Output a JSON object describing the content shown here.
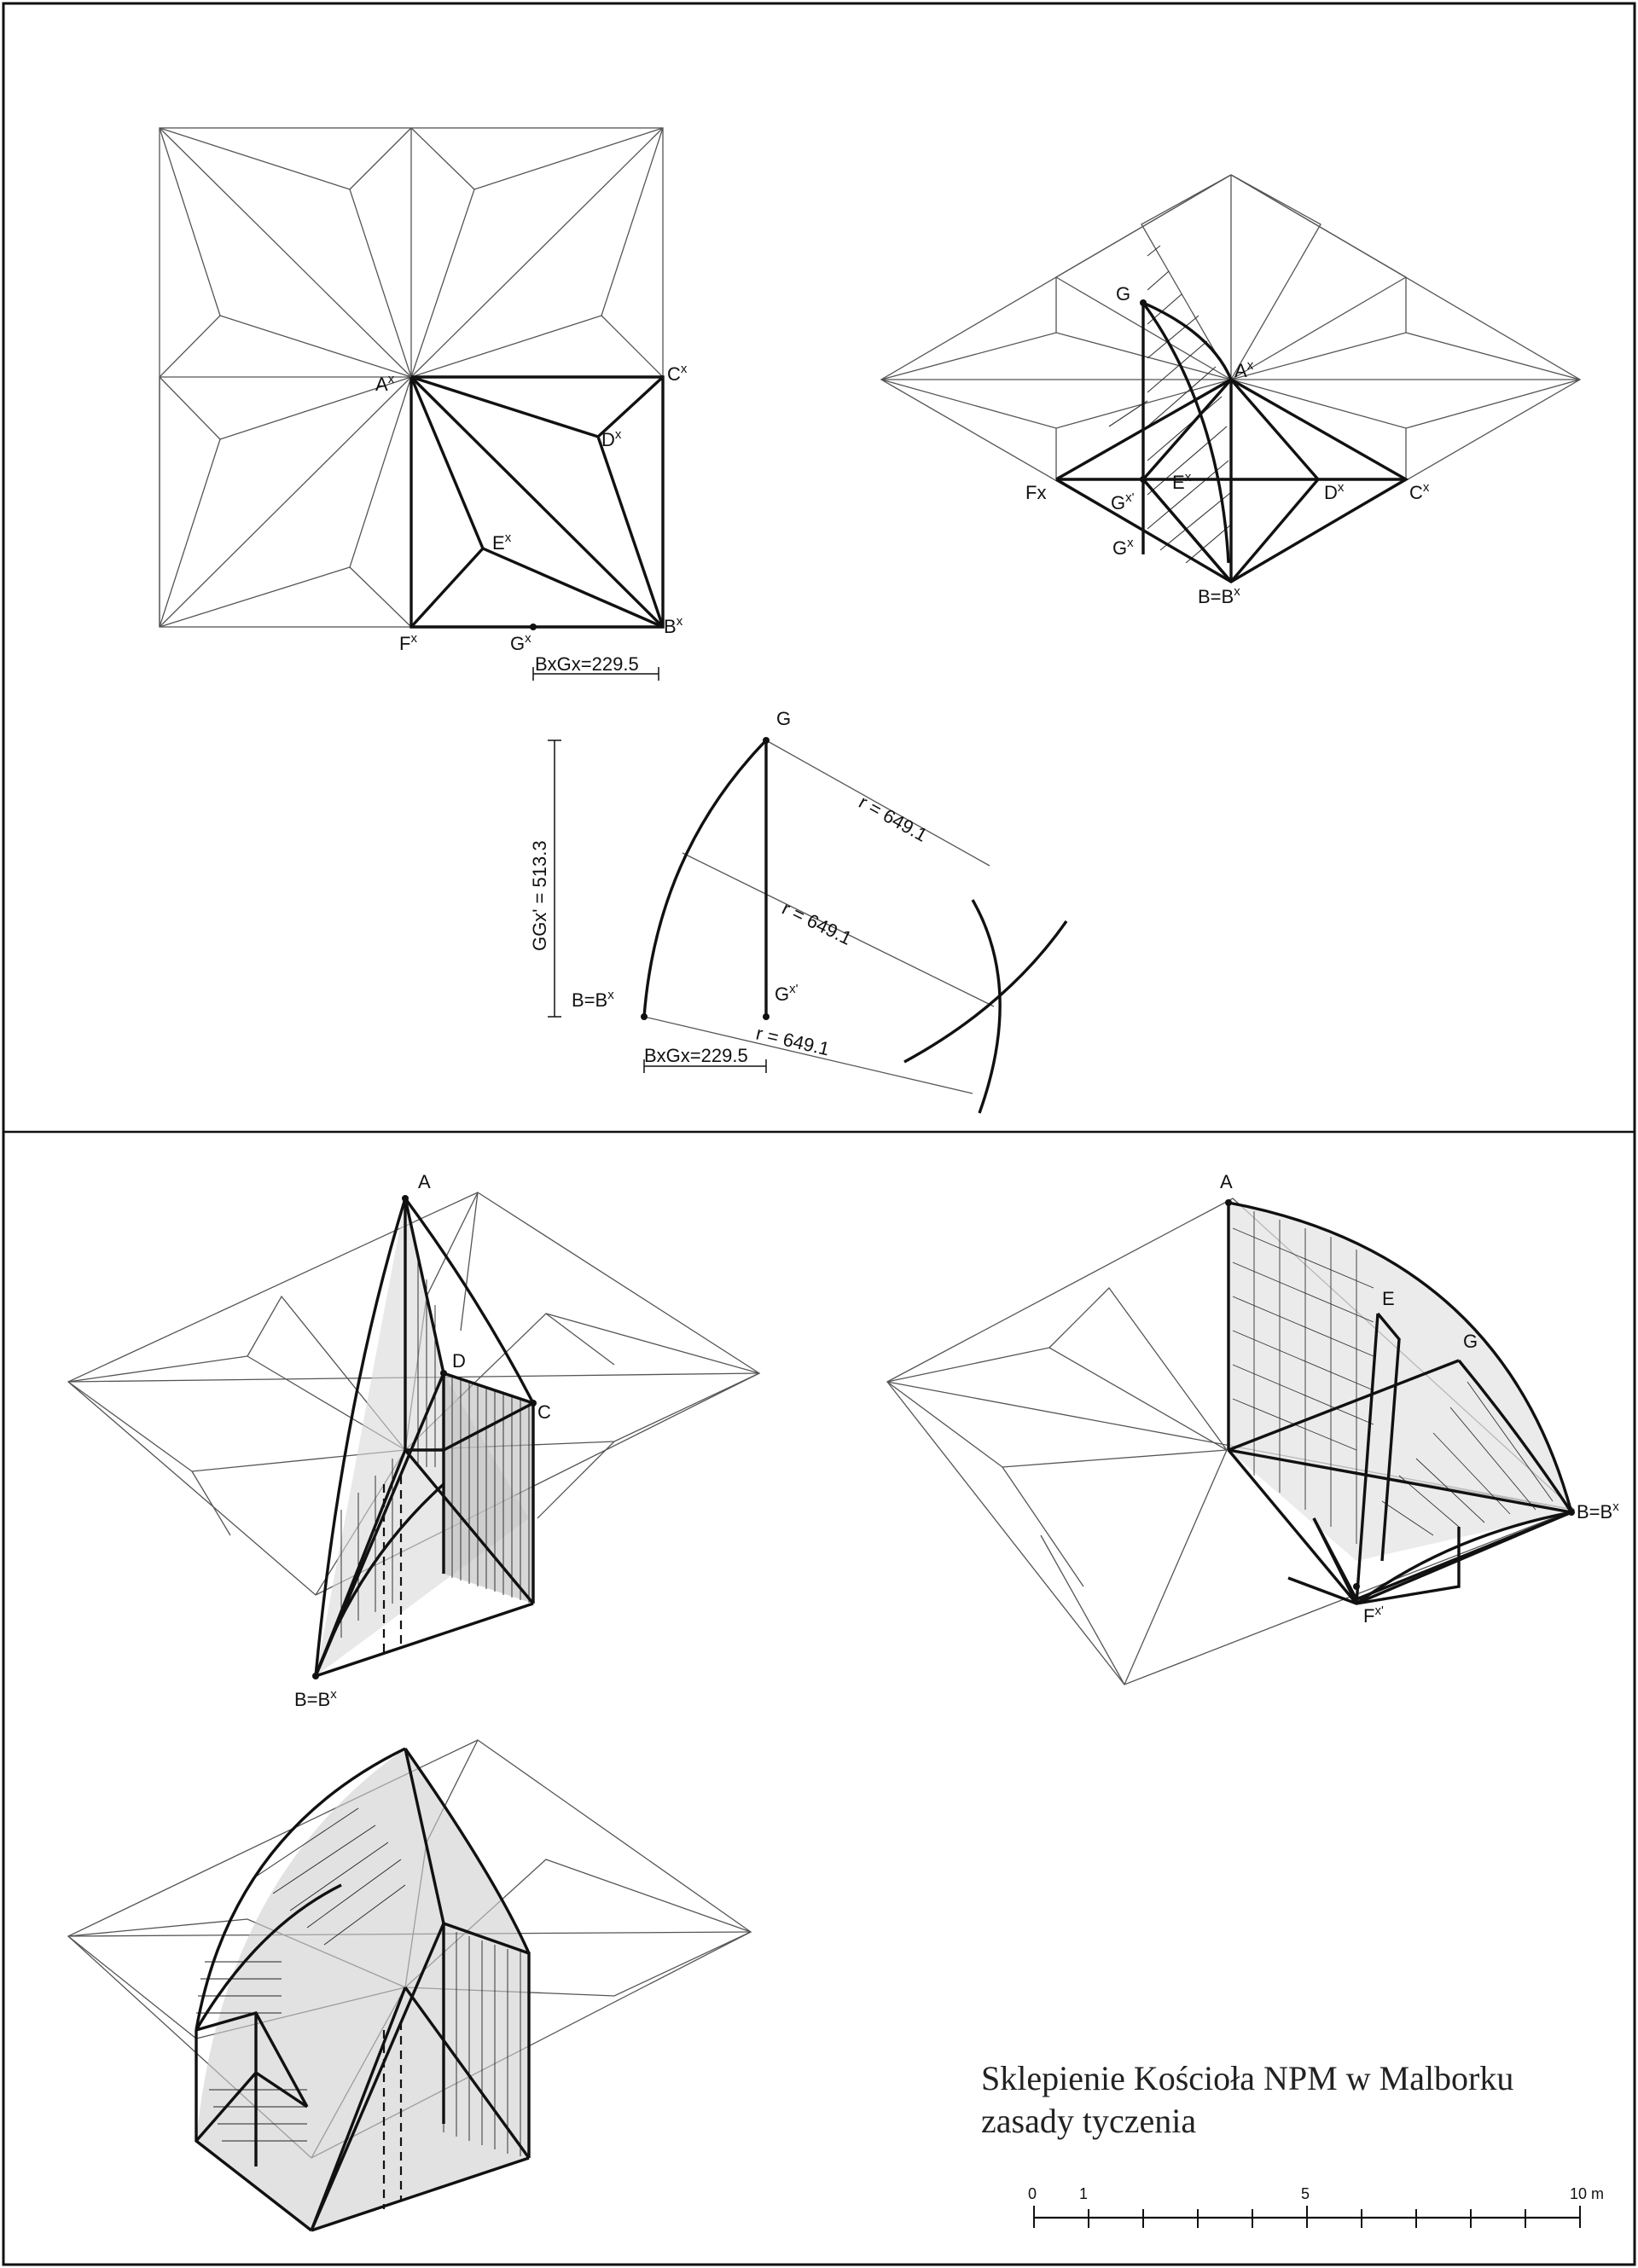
{
  "title": {
    "line1": "Sklepienie Kościoła NPM w Malborku",
    "line2": "zasady tyczenia"
  },
  "plan_view": {
    "labels": {
      "A": "A",
      "C": "C",
      "D": "D",
      "E": "E",
      "F": "F",
      "G": "G",
      "B": "B",
      "sup": "x"
    },
    "dimension": "BxGx=229.5"
  },
  "rotated_plan": {
    "labels": {
      "G": "G",
      "A": "A",
      "Fx": "Fx",
      "Gx_prime": "G",
      "E": "E",
      "D": "D",
      "C": "C",
      "Gx": "G",
      "BBx": "B=B"
    },
    "sup_x": "x",
    "sup_x_prime": "x'"
  },
  "construction": {
    "G_label": "G",
    "Gx_prime_label": "G",
    "BBx_label": "B=B",
    "radius_labels": [
      "r = 649.1",
      "r = 649.1",
      "r = 649.1"
    ],
    "vertical_dim": "GGx' = 513.3",
    "horizontal_dim": "BxGx=229.5"
  },
  "axon_left": {
    "A": "A",
    "D": "D",
    "C": "C",
    "BBx": "B=B"
  },
  "axon_right": {
    "A": "A",
    "E": "E",
    "G": "G",
    "Fx": "F",
    "BBx": "B=B"
  },
  "scale_bar": {
    "ticks": [
      "0",
      "1",
      "5",
      "10 m"
    ],
    "num_divisions": 10
  }
}
